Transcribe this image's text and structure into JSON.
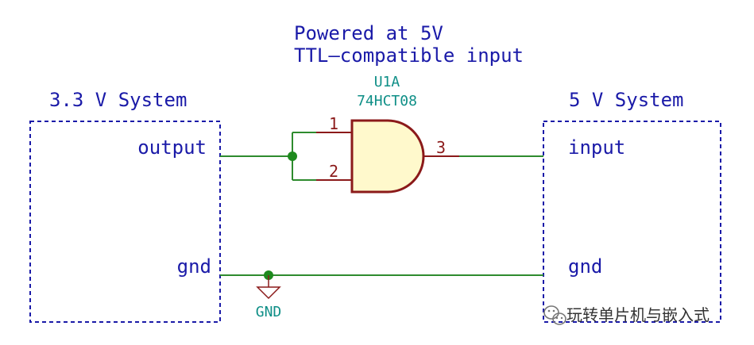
{
  "note": {
    "line1": "Powered at 5V",
    "line2": "TTL—compatible input"
  },
  "left_system": {
    "title": "3.3 V System",
    "output_label": "output",
    "gnd_label": "gnd"
  },
  "right_system": {
    "title": "5 V System",
    "input_label": "input",
    "gnd_label": "gnd"
  },
  "gate": {
    "reference": "U1A",
    "value": "74HCT08",
    "pin1": "1",
    "pin2": "2",
    "pin3": "3"
  },
  "ground": {
    "label": "GND"
  },
  "watermark": {
    "text": "玩转单片机与嵌入式",
    "icon": "wechat-icon"
  },
  "colors": {
    "text_blue": "#1a1aa8",
    "component_teal": "#0f8f87",
    "wire_green": "#2e8b2e",
    "symbol_red": "#8b1a1a",
    "gate_fill": "#fff9cc"
  }
}
